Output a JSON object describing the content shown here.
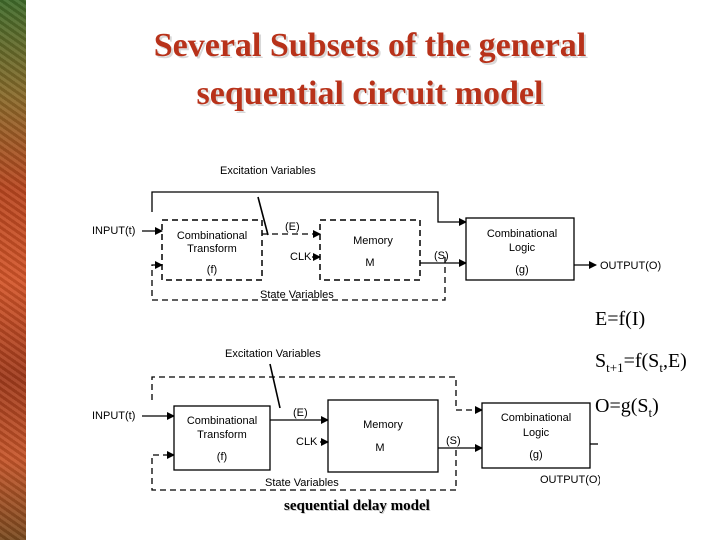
{
  "title": {
    "line1": "Several Subsets of the general",
    "line2": "sequential circuit model"
  },
  "diagram_top": {
    "excitation": "Excitation Variables",
    "input": "INPUT(t)",
    "comb_transform": [
      "Combinational",
      "Transform",
      "(f)"
    ],
    "e_label": "(E)",
    "clk": "CLK",
    "memory": [
      "Memory",
      "M"
    ],
    "s_label": "(S)",
    "comb_logic": [
      "Combinational",
      "Logic",
      "(g)"
    ],
    "output": "OUTPUT(O)",
    "state_vars": "State Variables"
  },
  "diagram_bottom": {
    "excitation": "Excitation Variables",
    "input": "INPUT(t)",
    "comb_transform": [
      "Combinational",
      "Transform",
      "(f)"
    ],
    "e_label": "(E)",
    "clk": "CLK",
    "memory": [
      "Memory",
      "M"
    ],
    "s_label": "(S)",
    "comb_logic": [
      "Combinational",
      "Logic",
      "(g)"
    ],
    "output": "OUTPUT(O)",
    "state_vars": "State Variables"
  },
  "equations": {
    "eq1": "E=f(I)",
    "eq2": {
      "a": "S",
      "a_sub": "t+1",
      "b": "=f(S",
      "b_sub": "t",
      "c": ",E)"
    },
    "eq3": {
      "a": "O=g(S",
      "a_sub": "t",
      "b": ")"
    }
  },
  "caption": "sequential delay model"
}
